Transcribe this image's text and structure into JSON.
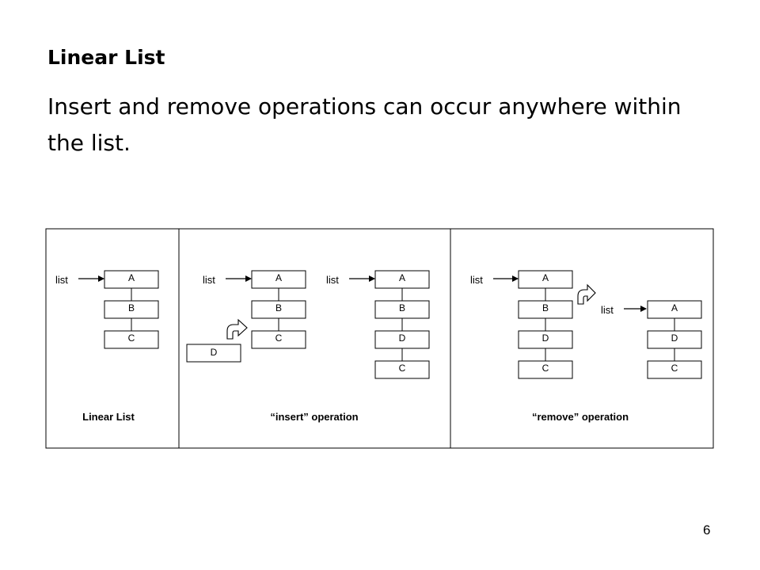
{
  "slide": {
    "title": "Linear List",
    "subtitle": "Insert and remove operations can occur anywhere within the list.",
    "page_number": "6"
  },
  "diagram": {
    "pointer_label": "list",
    "panels": [
      {
        "caption": "Linear List"
      },
      {
        "caption": "“insert” operation"
      },
      {
        "caption": "“remove” operation"
      }
    ],
    "lists": [
      {
        "name": "linear",
        "nodes": [
          "A",
          "B",
          "C"
        ]
      },
      {
        "name": "insert-before",
        "nodes": [
          "A",
          "B",
          "C"
        ],
        "new_node": "D"
      },
      {
        "name": "insert-after",
        "nodes": [
          "A",
          "B",
          "D",
          "C"
        ]
      },
      {
        "name": "remove-before",
        "nodes": [
          "A",
          "B",
          "D",
          "C"
        ]
      },
      {
        "name": "remove-after",
        "nodes": [
          "A",
          "D",
          "C"
        ]
      }
    ]
  }
}
